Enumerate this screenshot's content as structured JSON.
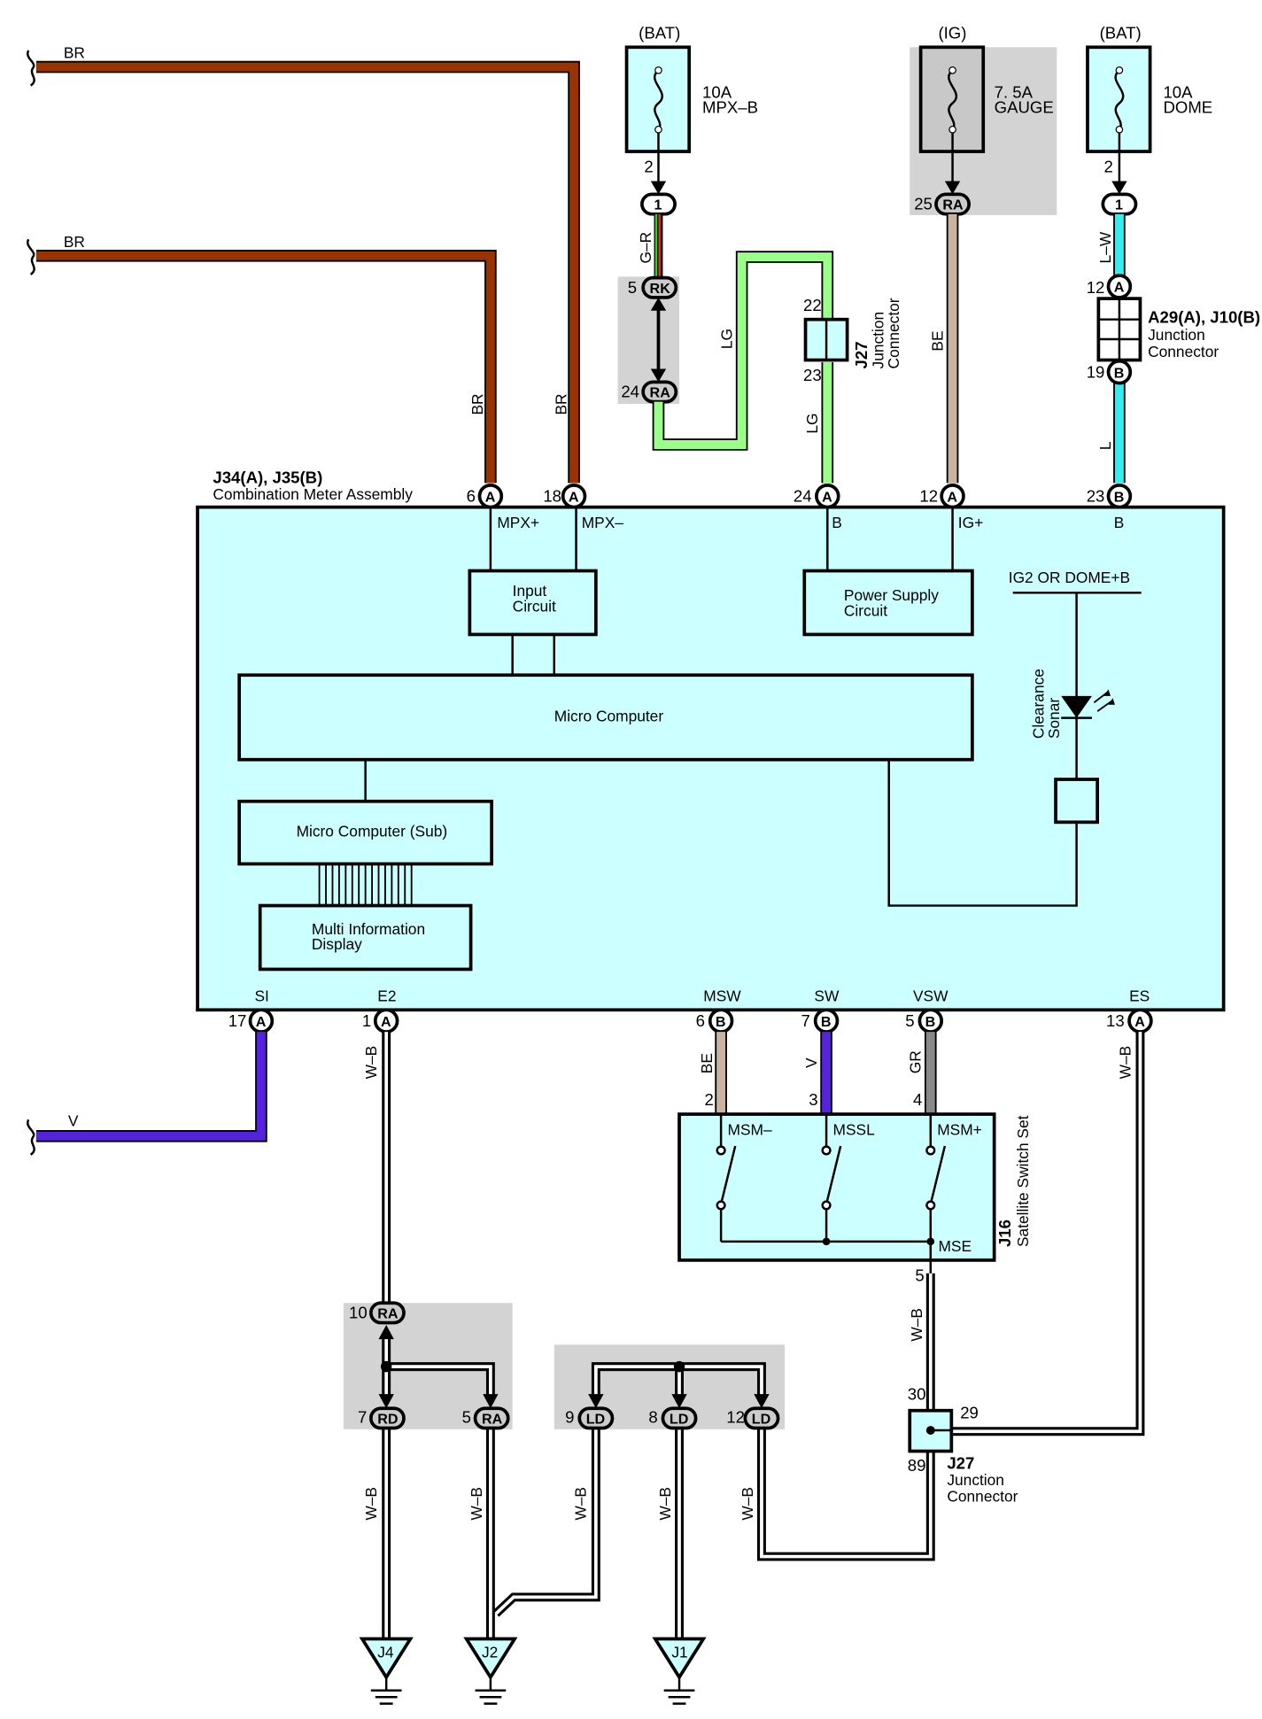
{
  "fuses": {
    "mpxb": {
      "source": "(BAT)",
      "rating": "10A",
      "name": "MPX–B",
      "pin": "2",
      "conn": "1"
    },
    "gauge": {
      "source": "(IG)",
      "rating": "7. 5A",
      "name": "GAUGE",
      "pin": "25",
      "conn": "RA"
    },
    "dome": {
      "source": "(BAT)",
      "rating": "10A",
      "name": "DOME",
      "pin": "2",
      "conn": "1"
    }
  },
  "wires": {
    "br": "BR",
    "gr": "G–R",
    "lg": "LG",
    "be": "BE",
    "lw": "L–W",
    "l": "L",
    "v": "V",
    "wb": "W–B",
    "gray": "GR"
  },
  "connectors": {
    "rk": {
      "label": "RK",
      "pin": "5"
    },
    "ra24": {
      "label": "RA",
      "pin": "24"
    },
    "j27top": {
      "id": "J27",
      "title1": "Junction",
      "title2": "Connector",
      "pin_in": "22",
      "pin_out": "23"
    },
    "a29": {
      "id": "A29(A), J10(B)",
      "title1": "Junction",
      "title2": "Connector",
      "pin_a": "12",
      "pin_b": "19",
      "a": "A",
      "b": "B"
    }
  },
  "meter": {
    "id": "J34(A), J35(B)",
    "title": "Combination Meter Assembly",
    "top_pins": [
      {
        "num": "6",
        "conn": "A",
        "label": "MPX+"
      },
      {
        "num": "18",
        "conn": "A",
        "label": "MPX–"
      },
      {
        "num": "24",
        "conn": "A",
        "label": "B"
      },
      {
        "num": "12",
        "conn": "A",
        "label": "IG+"
      },
      {
        "num": "23",
        "conn": "B",
        "label": "B"
      }
    ],
    "bottom_pins": [
      {
        "num": "17",
        "conn": "A",
        "label": "SI"
      },
      {
        "num": "1",
        "conn": "A",
        "label": "E2"
      },
      {
        "num": "6",
        "conn": "B",
        "label": "MSW"
      },
      {
        "num": "7",
        "conn": "B",
        "label": "SW"
      },
      {
        "num": "5",
        "conn": "B",
        "label": "VSW"
      },
      {
        "num": "13",
        "conn": "A",
        "label": "ES"
      }
    ],
    "input_circuit": [
      "Input",
      "Circuit"
    ],
    "power_supply": [
      "Power Supply",
      "Circuit"
    ],
    "micro_computer": "Micro Computer",
    "micro_sub": "Micro Computer (Sub)",
    "mid": [
      "Multi Information",
      "Display"
    ],
    "ig2": "IG2 OR DOME+B",
    "sonar": [
      "Clearance",
      "Sonar"
    ]
  },
  "satellite": {
    "id": "J16",
    "title": "Satellite Switch Set",
    "switches": [
      "MSM–",
      "MSSL",
      "MSM+"
    ],
    "pins": [
      "2",
      "3",
      "4"
    ],
    "mse": "MSE",
    "mse_pin": "5"
  },
  "j27bottom": {
    "id": "J27",
    "title1": "Junction",
    "title2": "Connector",
    "pin_in": "30",
    "pin_right": "29",
    "pin_out": "89"
  },
  "splices": {
    "ra10": {
      "label": "RA",
      "pin": "10"
    },
    "rd7": {
      "label": "RD",
      "pin": "7"
    },
    "ra5": {
      "label": "RA",
      "pin": "5"
    },
    "ld9": {
      "label": "LD",
      "pin": "9"
    },
    "ld8": {
      "label": "LD",
      "pin": "8"
    },
    "ld12": {
      "label": "LD",
      "pin": "12"
    }
  },
  "grounds": [
    "J4",
    "J2",
    "J1"
  ],
  "colors": {
    "meter_fill": "#ccffff",
    "br": "#993300",
    "lg": "#99ff88",
    "be": "#c8b4a0",
    "lw": "#33eeee",
    "v": "#5522dd",
    "gr": "#888888",
    "gray_box": "#d3d3d3"
  }
}
